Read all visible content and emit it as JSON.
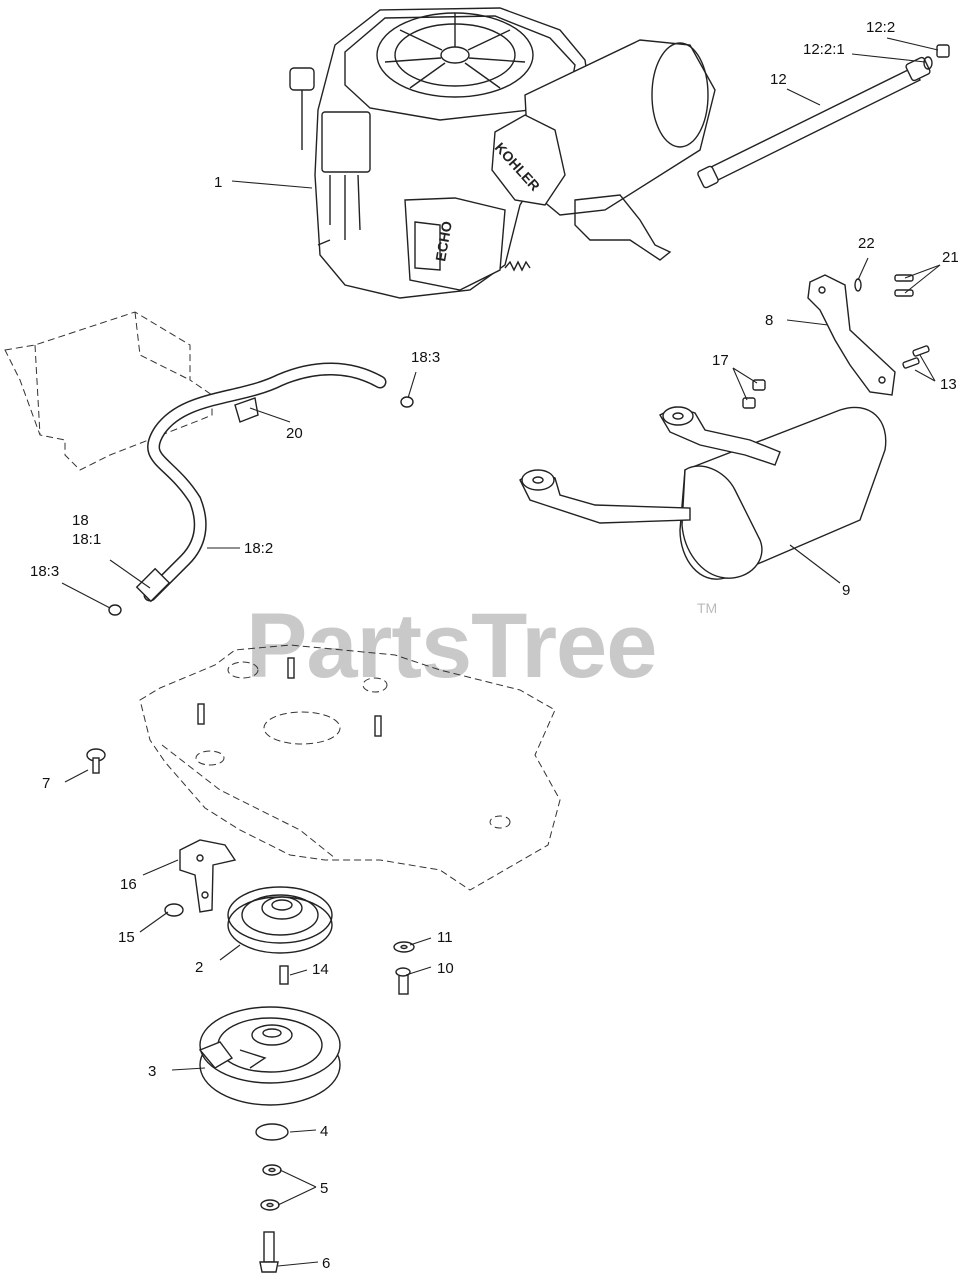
{
  "watermark": {
    "text": "PartsTree",
    "tm": "TM"
  },
  "engine_brand": "KOHLER",
  "engine_model": "ECHO",
  "labels": {
    "l1": "1",
    "l2": "2",
    "l3": "3",
    "l4": "4",
    "l5": "5",
    "l6": "6",
    "l7": "7",
    "l8": "8",
    "l9": "9",
    "l10": "10",
    "l11": "11",
    "l12": "12",
    "l12_2": "12:2",
    "l12_2_1": "12:2:1",
    "l13": "13",
    "l14": "14",
    "l15": "15",
    "l16": "16",
    "l17": "17",
    "l18": "18",
    "l18_1": "18:1",
    "l18_2": "18:2",
    "l18_3a": "18:3",
    "l18_3b": "18:3",
    "l20": "20",
    "l21": "21",
    "l22": "22"
  }
}
